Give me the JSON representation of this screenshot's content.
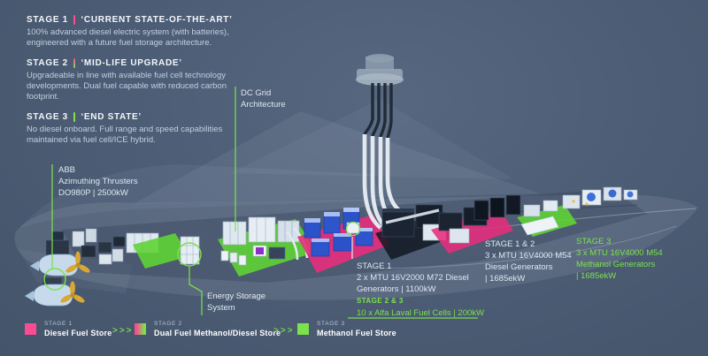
{
  "colors": {
    "background": "#4b5c74",
    "pink": "#fb4b92",
    "green": "#7ce24c",
    "text": "#ffffff",
    "muted": "#c3cfdf"
  },
  "stages_panel": {
    "items": [
      {
        "stage": "STAGE 1",
        "quote": "‘CURRENT STATE-OF-THE-ART’",
        "desc": "100% advanced diesel electric system (with batteries), engineered with a future fuel storage architecture."
      },
      {
        "stage": "STAGE 2",
        "quote": "‘MID-LIFE UPGRADE’",
        "desc": "Upgradeable in line with available fuel cell technology developments. Dual fuel capable with reduced carbon footprint."
      },
      {
        "stage": "STAGE 3",
        "quote": "‘END STATE’",
        "desc": "No diesel onboard. Full range and speed capabilities maintained via fuel cell/ICE hybrid."
      }
    ]
  },
  "callouts": {
    "abb": {
      "line1": "ABB",
      "line2": "Azimuthing Thrusters",
      "line3": "DO980P | 2500kW"
    },
    "dc_grid": {
      "line1": "DC Grid",
      "line2": "Architecture"
    },
    "energy_storage": {
      "line1": "Energy Storage",
      "line2": "System"
    },
    "stage1_generators": {
      "title": "STAGE 1",
      "line1": "2 x MTU 16V2000 M72 Diesel",
      "line2": "Generators | 1100kW"
    },
    "stage23_fuel_cells": {
      "title": "STAGE 2 & 3",
      "line1": "10 x Alfa Laval Fuel Cells | 200kW"
    },
    "stage12_generators": {
      "title": "STAGE 1 & 2",
      "line1": "3 x MTU 16V4000 M54",
      "line2": "Diesel Generators",
      "line3": "| 1685ekW"
    },
    "stage3_generators": {
      "title": "STAGE 3",
      "line1": "3 x MTU 16V4000 M54",
      "line2": "Methanol Generators",
      "line3": "| 1685ekW"
    }
  },
  "legend": {
    "arrow": ">>>",
    "items": [
      {
        "stage": "STAGE 1",
        "label": "Diesel Fuel Store"
      },
      {
        "stage": "STAGE 2",
        "label": "Dual Fuel Methanol/Diesel Store"
      },
      {
        "stage": "STAGE 3",
        "label": "Methanol Fuel Store"
      }
    ]
  }
}
